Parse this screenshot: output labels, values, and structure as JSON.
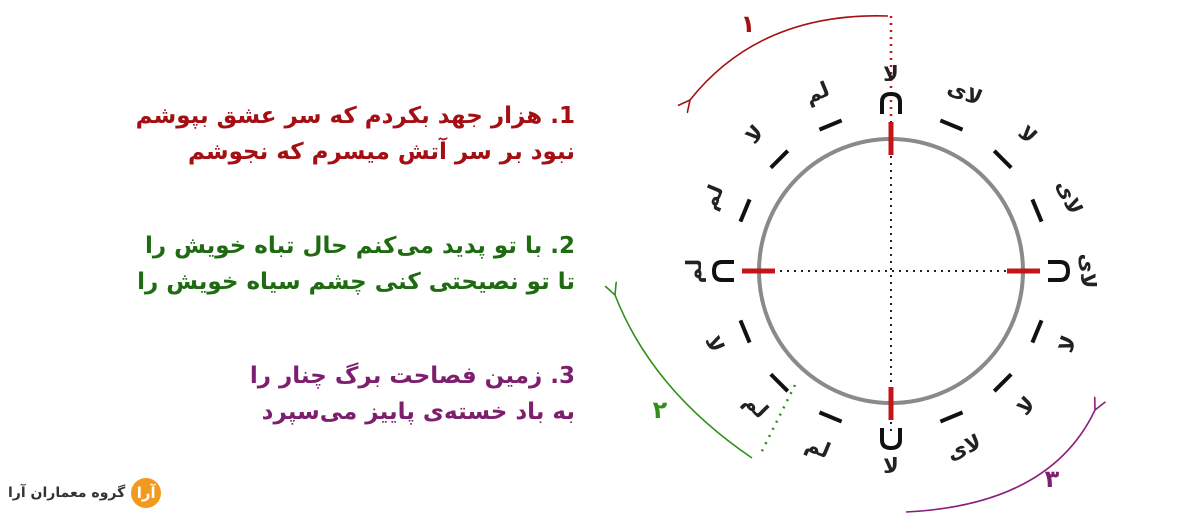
{
  "poems": [
    {
      "number": "1.",
      "lines": [
        "هزار جهد بکردم که سر عشق بپوشم",
        "نبود بر سر آتش میسرم که نجوشم"
      ],
      "color": "#a50f14"
    },
    {
      "number": "2.",
      "lines": [
        "با تو پدید می‌کنم حال تباه خویش را",
        "تا تو نصیحتی کنی چشم سیاه خویش را"
      ],
      "color": "#1f6b12"
    },
    {
      "number": "3.",
      "lines": [
        "زمین فصاحت برگ چنار را",
        "به باد خسته‌ی پاییز می‌سپرد"
      ],
      "color": "#7d1f6e"
    }
  ],
  "arc_labels": {
    "one": "۱",
    "two": "۲",
    "three": "۳"
  },
  "syllables": [
    "لا",
    "لای",
    "لا",
    "لای",
    "لای",
    "لا",
    "لا",
    "لای",
    "لا",
    "لم",
    "لم",
    "لا",
    "لم",
    "لم",
    "لا",
    "لم"
  ],
  "logo": {
    "mark": "آرا",
    "text": "گروه معماران آرا"
  },
  "colors": {
    "red": "#c41418",
    "green": "#2f8f1a",
    "purple": "#8b1f7a",
    "circle": "#8a8a8a"
  }
}
